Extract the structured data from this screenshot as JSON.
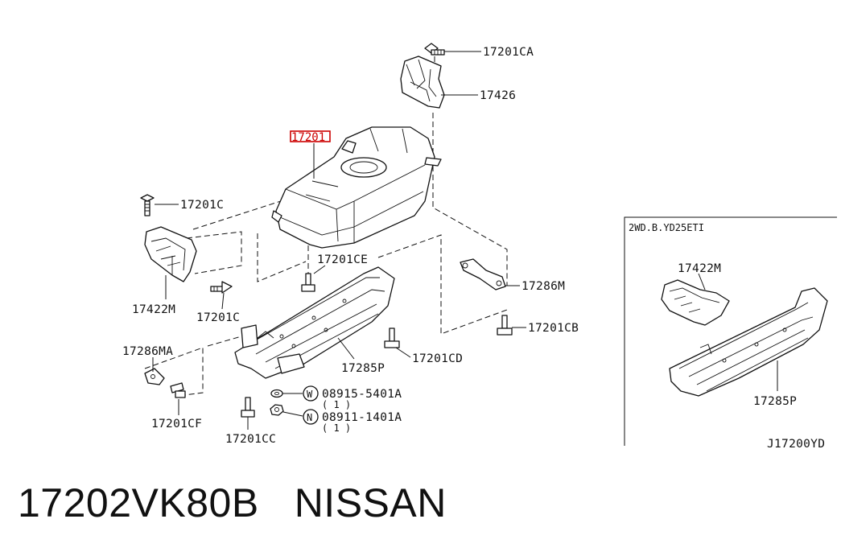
{
  "callouts": {
    "c17201CA": "17201CA",
    "c17426": "17426",
    "c17201": "17201",
    "c17201C_top": "17201C",
    "c17422M": "17422M",
    "c17201C_mid": "17201C",
    "c17201CE": "17201CE",
    "c17286M": "17286M",
    "c17201CB": "17201CB",
    "c17201CD": "17201CD",
    "c17285P": "17285P",
    "c17286MA": "17286MA",
    "c17201CF": "17201CF",
    "c17201CC": "17201CC",
    "washer_symbol": "W",
    "washer_part": "08915-5401A",
    "washer_qty": "( 1 )",
    "nut_symbol": "N",
    "nut_part": "08911-1401A",
    "nut_qty": "( 1 )"
  },
  "inset": {
    "title": "2WD.B.YD25ETI",
    "c17422M": "17422M",
    "c17285P": "17285P"
  },
  "diagram_code": "J17200YD",
  "caption": {
    "part_number": "17202VK80B",
    "brand": "NISSAN"
  },
  "highlight_color": "#cc0000"
}
